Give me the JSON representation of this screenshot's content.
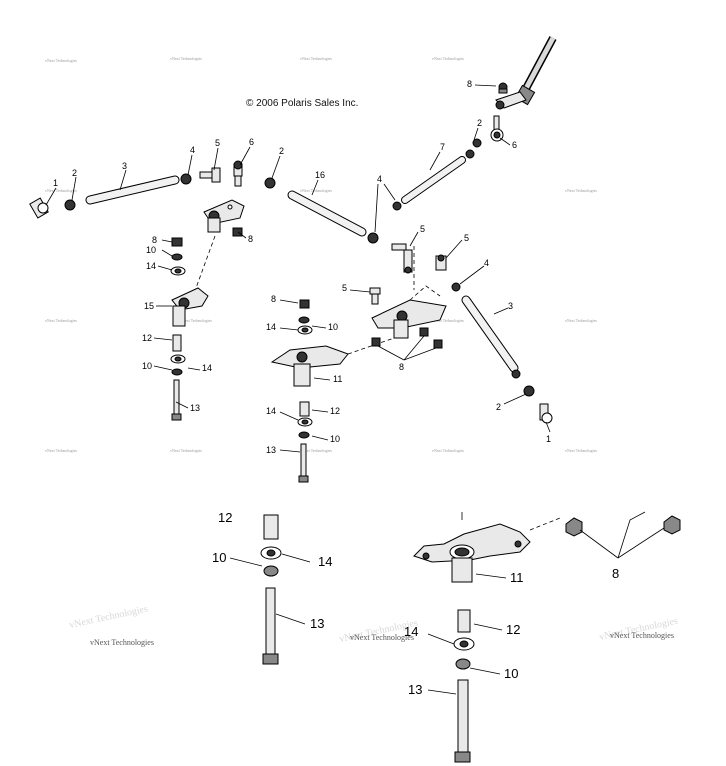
{
  "copyright": "© 2006 Polaris Sales Inc.",
  "watermark": "vNext Technologies",
  "callouts": [
    "1",
    "2",
    "3",
    "4",
    "5",
    "6",
    "8",
    "10",
    "12",
    "13",
    "14",
    "15",
    "16",
    "7",
    "11"
  ]
}
